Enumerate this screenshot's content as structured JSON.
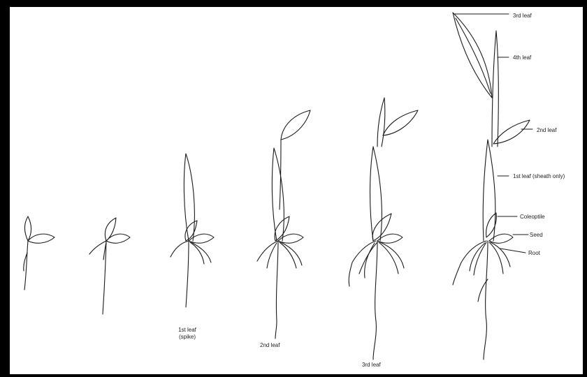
{
  "stage_labels": {
    "stage3_line1": "1st leaf",
    "stage3_line2": "(spike)",
    "stage4": "2nd leaf",
    "stage5": "3rd leaf"
  },
  "part_labels": {
    "third_leaf": "3rd leaf",
    "fourth_leaf": "4th leaf",
    "second_leaf": "2nd leaf",
    "first_leaf": "1st leaf (sheath only)",
    "coleoptile": "Coleoptile",
    "seed": "Seed",
    "root": "Root"
  },
  "colors": {
    "frame": "#000000",
    "background": "#ffffff",
    "line": "#1a1a1a"
  }
}
